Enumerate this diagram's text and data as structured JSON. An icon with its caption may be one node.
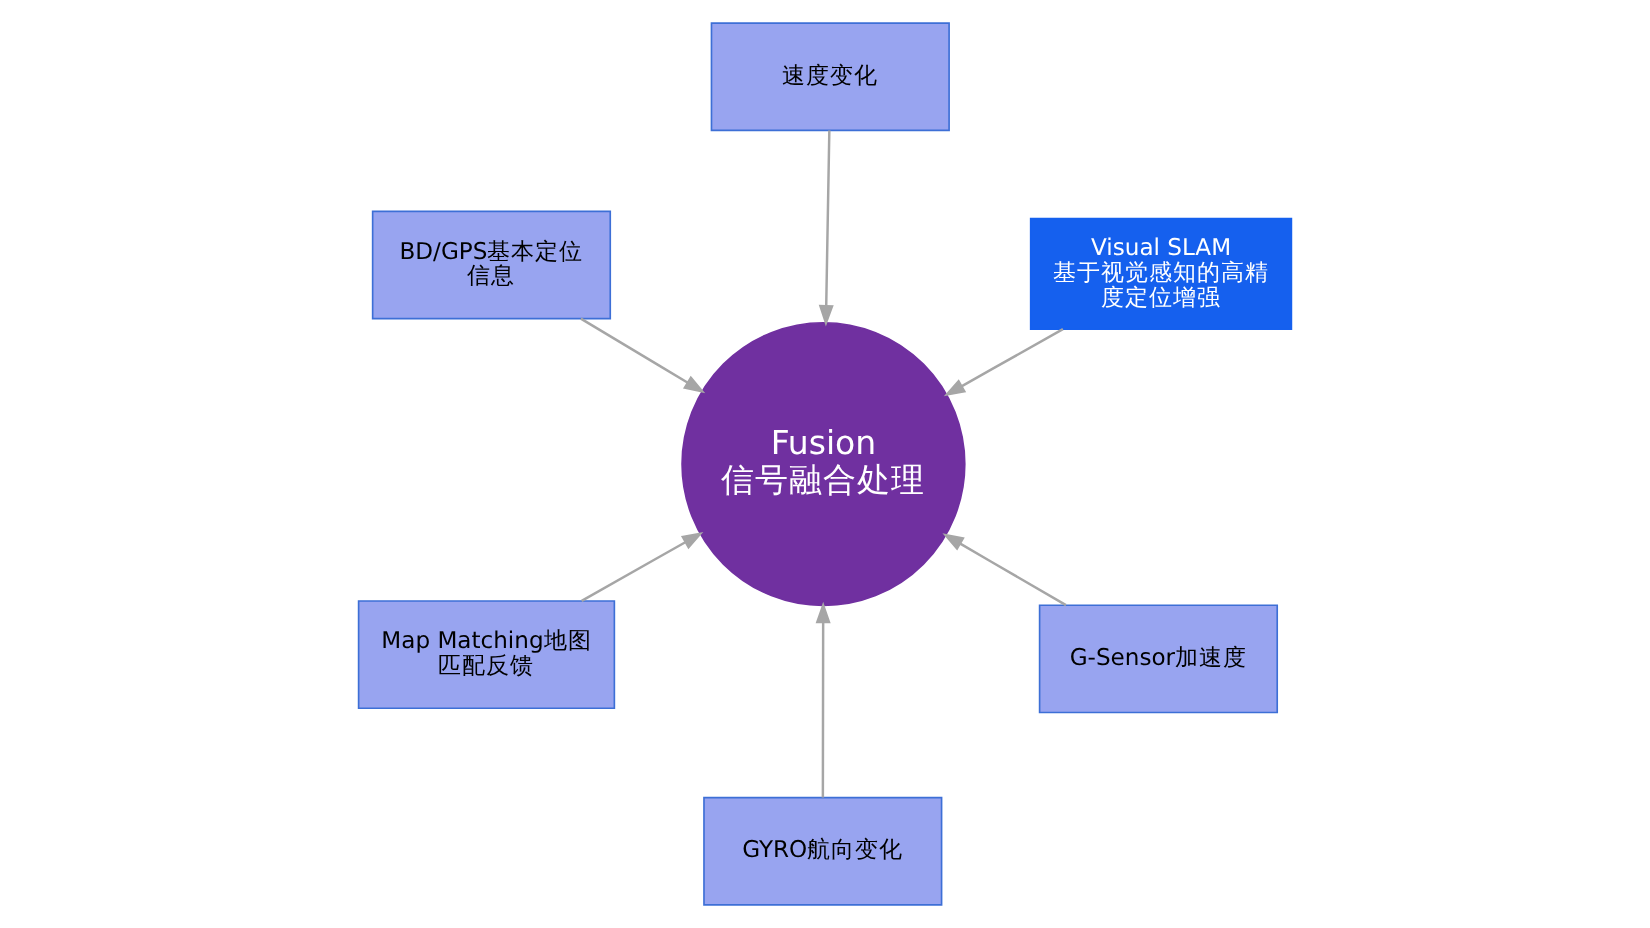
{
  "diagram": {
    "nodes": [
      {
        "text": [
          "Fusion",
          "信号融合处理"
        ]
      },
      {
        "text": [
          "G-Sensor加速度"
        ]
      },
      {
        "text": [
          "GYRO航向变化"
        ]
      },
      {
        "text": [
          "BD/GPS基本定位信息"
        ]
      },
      {
        "text": [
          "Visual SLAM",
          "基于视觉感知的高精度定位增强"
        ]
      },
      {
        "text": [
          "速度变化"
        ]
      },
      {
        "text": [
          "Map Matching地图匹配反馈"
        ]
      }
    ],
    "edges": [
      {
        "from": 1,
        "to": 0,
        "arrow": "to"
      },
      {
        "from": 2,
        "to": 0,
        "arrow": "to"
      },
      {
        "from": 3,
        "to": 0,
        "arrow": "to"
      },
      {
        "from": 4,
        "to": 0,
        "arrow": "to"
      },
      {
        "from": 5,
        "to": 0,
        "arrow": "to"
      },
      {
        "from": 6,
        "to": 0,
        "arrow": "to"
      }
    ]
  }
}
